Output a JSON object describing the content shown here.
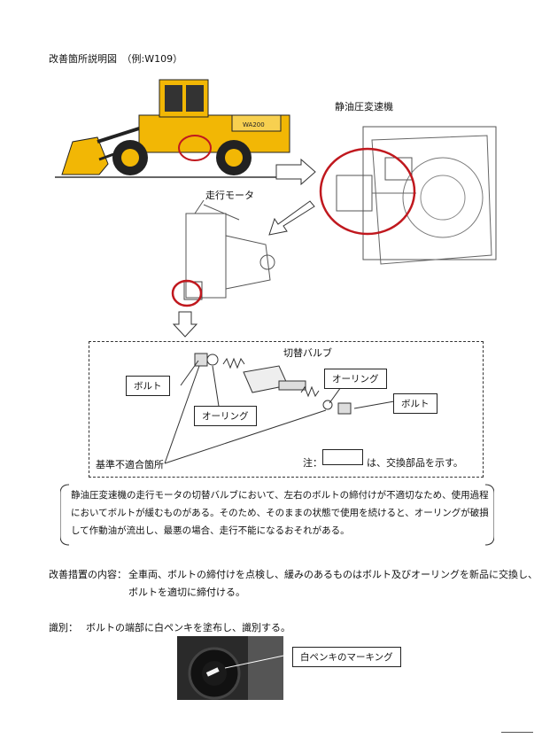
{
  "page": {
    "title": "改善箇所説明図　（例:W109）",
    "labels": {
      "transmission": "静油圧変速機",
      "travel_motor": "走行モータ",
      "switch_valve": "切替バルブ",
      "bolt_left": "ボルト",
      "oring_top": "オーリング",
      "oring_left": "オーリング",
      "bolt_right": "ボルト",
      "nonconforming": "基準不適合箇所",
      "note_prefix": "注：",
      "note_suffix": "は、交換部品を示す。",
      "loader_model": "WA200",
      "marking": "白ペンキのマーキング"
    },
    "description": "静油圧変速機の走行モータの切替バルブにおいて、左右のボルトの締付けが不適切なため、使用過程においてボルトが緩むものがある。そのため、そのままの状態で使用を続けると、オーリングが破損して作動油が流出し、最悪の場合、走行不能になるおそれがある。",
    "measures": {
      "label": "改善措置の内容：",
      "line1": "全車両、ボルトの締付けを点検し、緩みのあるものはボルト及びオーリングを新品に交換し、",
      "line2": "ボルトを適切に締付ける。"
    },
    "identification": {
      "label": "識別：",
      "text": "ボルトの端部に白ペンキを塗布し、識別する。"
    },
    "colors": {
      "loader_yellow": "#f2b705",
      "highlight_red": "#c0181e"
    }
  }
}
